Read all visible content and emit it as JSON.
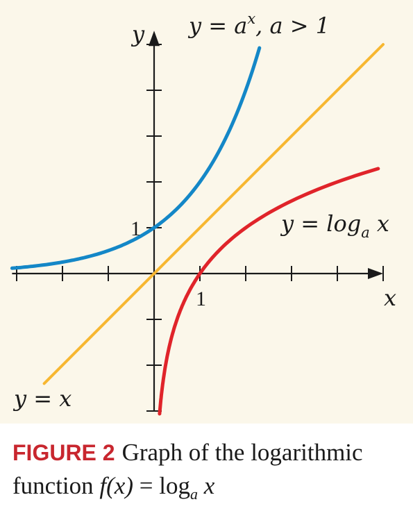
{
  "chart_data": {
    "type": "line",
    "title": "",
    "xlabel": "x",
    "ylabel": "y",
    "xlim": [
      -3.1,
      5.0
    ],
    "ylim": [
      -3.0,
      5.3
    ],
    "x_tick_label": "1",
    "y_tick_label": "1",
    "grid": false,
    "colors": {
      "exponential": "#1487c7",
      "identity": "#f7b731",
      "logarithm": "#e0242a",
      "axis": "#1a1a1a",
      "background": "#fbf7ea"
    },
    "series": [
      {
        "name": "y = a^x, a > 1",
        "label_main": "y = a",
        "label_sup": "x",
        "label_tail": ", a > 1",
        "x": [
          -3.1,
          -2.5,
          -2.0,
          -1.5,
          -1.0,
          -0.5,
          0.0,
          0.5,
          1.0,
          1.5,
          2.0,
          2.3
        ],
        "y": [
          0.12,
          0.18,
          0.25,
          0.35,
          0.5,
          0.71,
          1.0,
          1.41,
          2.0,
          2.83,
          4.0,
          4.92
        ]
      },
      {
        "name": "y = x",
        "label_text": "y = x",
        "x": [
          -2.4,
          5.0
        ],
        "y": [
          -2.4,
          5.0
        ]
      },
      {
        "name": "y = log_a x",
        "label_main": "y = log",
        "label_sub": "a",
        "label_tail": " x",
        "x": [
          0.12,
          0.18,
          0.25,
          0.35,
          0.5,
          0.71,
          1.0,
          1.41,
          2.0,
          2.83,
          4.0,
          5.0
        ],
        "y": [
          -3.06,
          -2.47,
          -2.0,
          -1.51,
          -1.0,
          -0.49,
          0.0,
          0.5,
          1.0,
          1.5,
          2.0,
          2.32
        ]
      }
    ]
  },
  "caption": {
    "label": "FIGURE 2",
    "line1": "Graph of the logarithmic",
    "line2_prefix": "function ",
    "line2_func": "f",
    "line2_arg": "(x)",
    "line2_eq": " = log",
    "line2_sub": "a",
    "line2_tail": " x"
  }
}
